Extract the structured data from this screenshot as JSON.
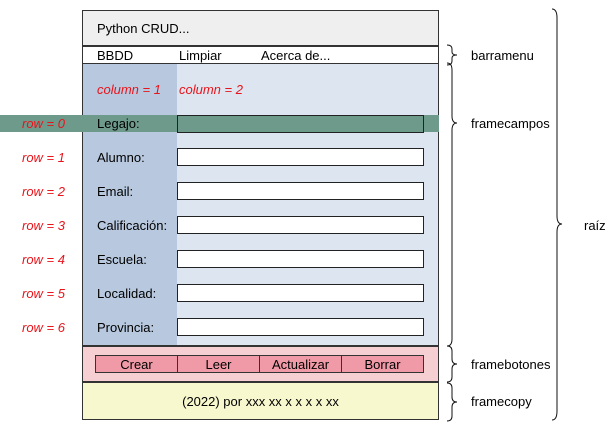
{
  "window": {
    "title": "Python CRUD..."
  },
  "menu": {
    "items": [
      "BBDD",
      "Limpiar",
      "Acerca de..."
    ]
  },
  "columns": [
    "column = 1",
    "column = 2"
  ],
  "rows": [
    {
      "index": "row = 0",
      "label": "Legajo:"
    },
    {
      "index": "row = 1",
      "label": "Alumno:"
    },
    {
      "index": "row = 2",
      "label": "Email:"
    },
    {
      "index": "row = 3",
      "label": "Calificación:"
    },
    {
      "index": "row = 4",
      "label": "Escuela:"
    },
    {
      "index": "row = 5",
      "label": "Localidad:"
    },
    {
      "index": "row = 6",
      "label": "Provincia:"
    }
  ],
  "buttons": [
    "Crear",
    "Leer",
    "Actualizar",
    "Borrar"
  ],
  "copy": "(2022) por xxx xx  x x x x xx",
  "annotations": {
    "barramenu": "barramenu",
    "framecampos": "framecampos",
    "framebotones": "framebotones",
    "framecopy": "framecopy",
    "raiz": "raíz"
  },
  "colors": {
    "column1_bg": "#b7c8df",
    "column2_bg": "#dce5f0",
    "highlight_row": "#6e9a8c",
    "buttons_frame": "#f6cfd3",
    "button_fill": "#ef9aa6",
    "copy_frame": "#f8f8cf",
    "annotation_red": "#e8141b"
  }
}
